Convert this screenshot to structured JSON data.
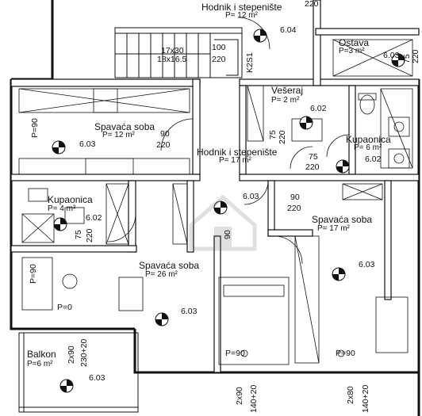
{
  "rooms": {
    "hall_top": {
      "name": "Hodnik i stepenište",
      "area": "P= 12 m²"
    },
    "hall_mid": {
      "name": "Hodnik i stepenište",
      "area": "P= 17 m²"
    },
    "bedroom_left": {
      "name": "Spavaća soba",
      "area": "P= 12 m²"
    },
    "bedroom_right": {
      "name": "Spavaća soba",
      "area": "P= 17 m²"
    },
    "bedroom_big": {
      "name": "Spavaća soba",
      "area": "P= 26 m²"
    },
    "storage": {
      "name": "Ostava",
      "area": "P=3 m²"
    },
    "laundry": {
      "name": "Vešeraj",
      "area": "P= 2 m²"
    },
    "bath_right": {
      "name": "Kupaonica",
      "area": "P= 6 m²"
    },
    "bath_left": {
      "name": "Kupaonica",
      "area": "P= 4 m²"
    },
    "balcony": {
      "name": "Balkon",
      "area": "P=6 m²"
    }
  },
  "levels": {
    "l1": "6.04",
    "l2": "6.03",
    "l3": "6.03",
    "l4": "6.02",
    "l5": "6.02",
    "l6": "6.03",
    "l7": "6.02",
    "l8": "6.03",
    "l9": "6.03",
    "l10": "6.03"
  },
  "dims": {
    "stair": "17x30",
    "stair2": "18x16.5",
    "d100": "100",
    "d220a": "220",
    "k2s1": "K2S1",
    "d220top": "220",
    "d75top": "75",
    "d220r": "220",
    "d90a": "90",
    "d220b": "220",
    "d75a": "75",
    "d220c": "220",
    "d75b": "75",
    "d220d": "220",
    "d90b": "90",
    "d220e": "220",
    "d90c": "90",
    "d75c": "75",
    "d220f": "220",
    "d2x90a": "2x90",
    "d230": "230+20",
    "d2x90b": "2x90",
    "d140a": "140+20",
    "d2x80": "2x80",
    "d140b": "140+20",
    "pv1": "P=90",
    "pv2": "P=90",
    "p0": "P=0",
    "pv3": "P=90",
    "pv4": "P=90"
  }
}
